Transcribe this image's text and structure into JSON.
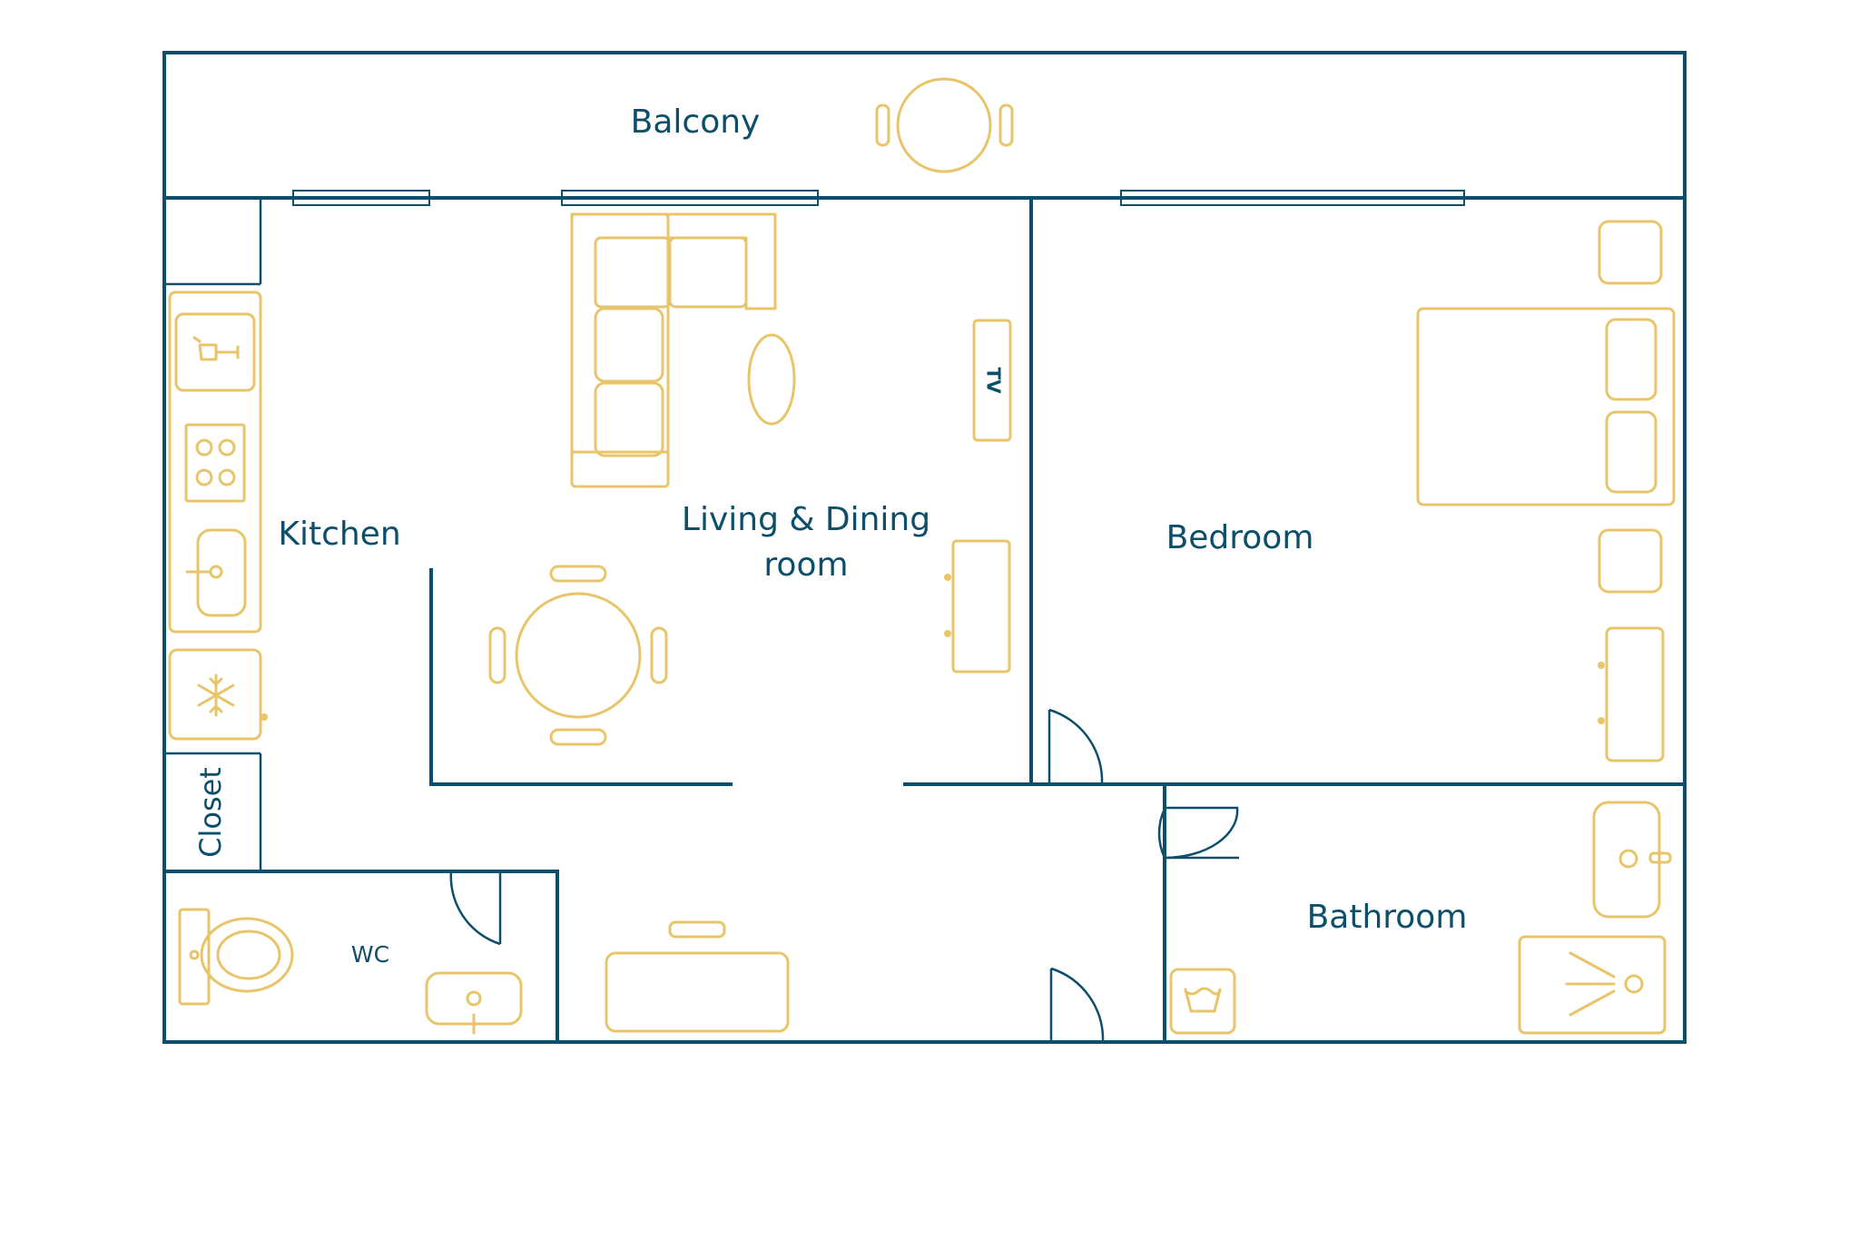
{
  "colors": {
    "wall": "#0d4e6b",
    "furniture": "#e8c46a",
    "text": "#0d4e6b"
  },
  "rooms": {
    "balcony": "Balcony",
    "kitchen": "Kitchen",
    "living_line1": "Living & Dining",
    "living_line2": "room",
    "bedroom": "Bedroom",
    "bathroom": "Bathroom",
    "wc": "WC",
    "closet": "Closet"
  },
  "fixtures": {
    "tv": "TV"
  }
}
